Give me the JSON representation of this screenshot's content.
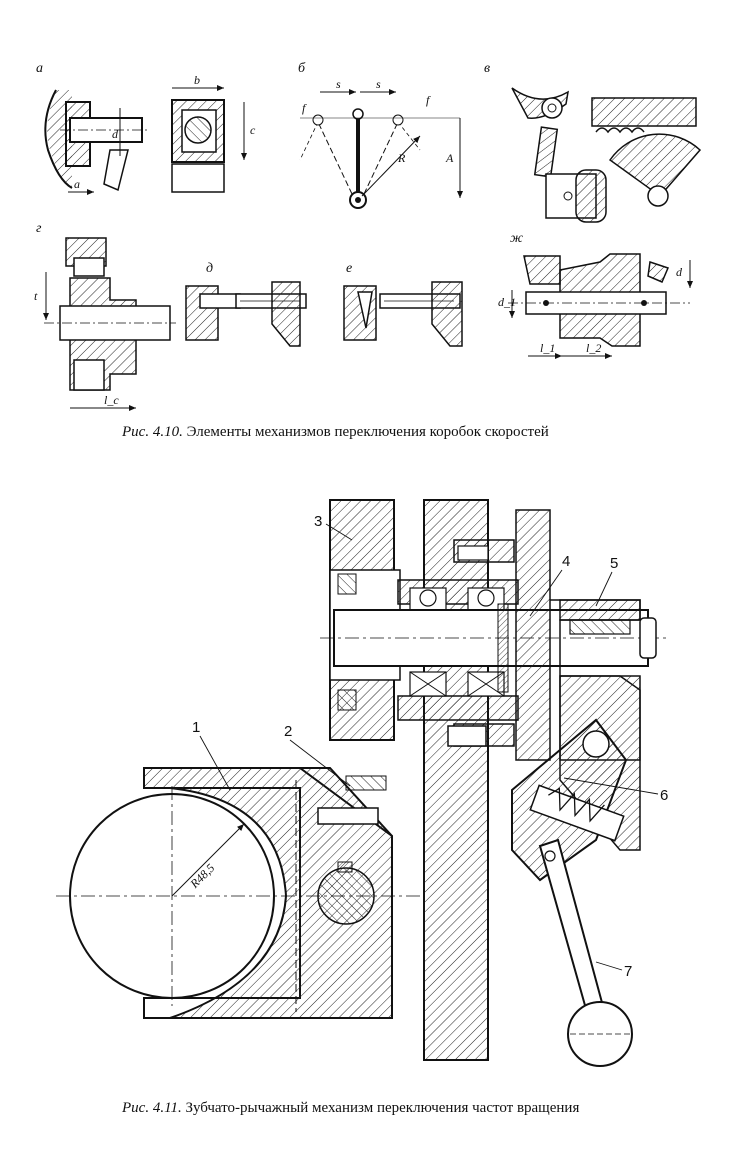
{
  "fig410": {
    "caption_prefix": "Рис. 4.10.",
    "caption_text": "Элементы механизмов переключения коробок скоростей",
    "panels": [
      "а",
      "б",
      "в",
      "г",
      "д",
      "е",
      "ж"
    ],
    "dims": {
      "a": "a",
      "d": "d",
      "b": "b",
      "c": "c",
      "s": "s",
      "f": "f",
      "R": "R",
      "A": "A",
      "t": "t",
      "lc": "l_c",
      "d1": "d_1",
      "l1": "l_1",
      "l2": "l_2"
    }
  },
  "fig411": {
    "caption_prefix": "Рис. 4.11.",
    "caption_text": "Зубчато-рычажный механизм переключения частот вращения",
    "radius_label": "R48,5",
    "callouts": [
      "1",
      "2",
      "3",
      "4",
      "5",
      "6",
      "7"
    ]
  }
}
